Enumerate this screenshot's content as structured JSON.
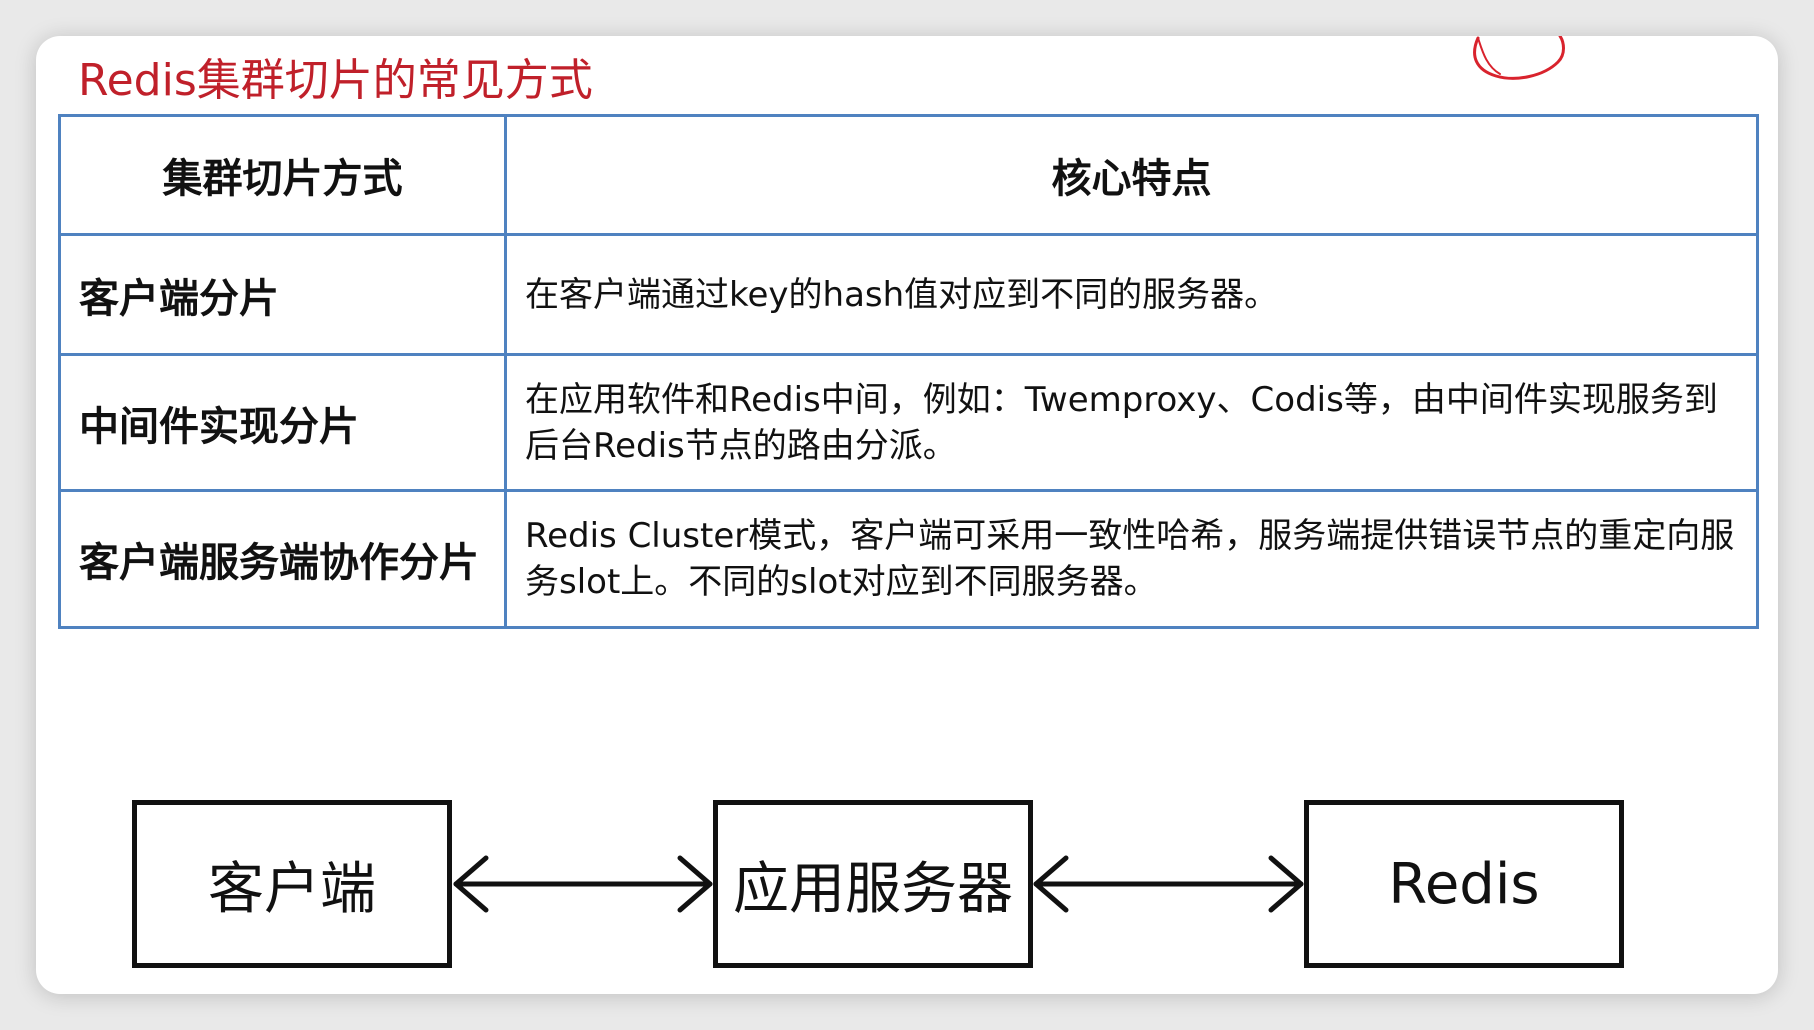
{
  "slide": {
    "title": "Redis集群切片的常见方式"
  },
  "table": {
    "headers": [
      "集群切片方式",
      "核心特点"
    ],
    "rows": [
      {
        "method": "客户端分片",
        "feature": "在客户端通过key的hash值对应到不同的服务器。"
      },
      {
        "method": "中间件实现分片",
        "feature": "在应用软件和Redis中间，例如：Twemproxy、Codis等，由中间件实现服务到后台Redis节点的路由分派。"
      },
      {
        "method": "客户端服务端协作分片",
        "feature": "Redis Cluster模式，客户端可采用一致性哈希，服务端提供错误节点的重定向服务slot上。不同的slot对应到不同服务器。"
      }
    ]
  },
  "diagram": {
    "nodes": [
      "客户端",
      "应用服务器",
      "Redis"
    ]
  },
  "colors": {
    "title": "#c0202a",
    "table_border": "#4f82c0",
    "annotation": "#d9232d"
  }
}
